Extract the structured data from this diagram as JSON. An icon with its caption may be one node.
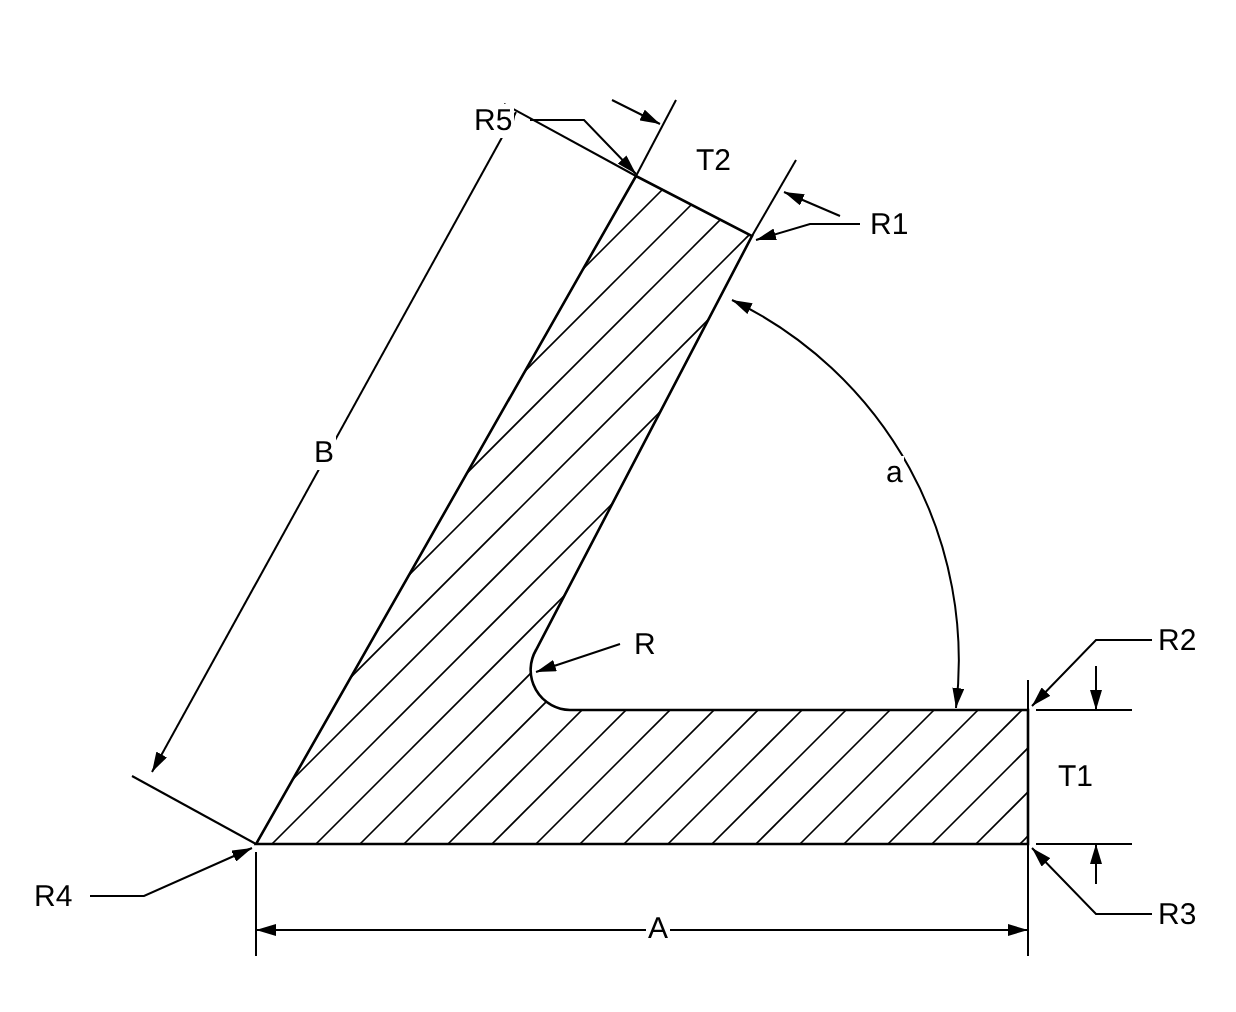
{
  "diagram": {
    "nodes": [
      {
        "text": [
          "R5"
        ]
      },
      {
        "text": [
          "R1"
        ]
      },
      {
        "text": [
          "R"
        ]
      },
      {
        "text": [
          "R2"
        ]
      },
      {
        "text": [
          "R4"
        ]
      },
      {
        "text": [
          "R3"
        ]
      }
    ],
    "edges": [
      {
        "from": 0,
        "to": null,
        "arrow": "to"
      },
      {
        "from": 1,
        "to": null,
        "arrow": "to"
      },
      {
        "from": 2,
        "to": null,
        "arrow": "to"
      },
      {
        "from": 3,
        "to": null,
        "arrow": "to"
      },
      {
        "from": 4,
        "to": null,
        "arrow": "to"
      },
      {
        "from": 5,
        "to": null,
        "arrow": "to"
      }
    ],
    "labels": [
      "T2",
      "B",
      "a",
      "T1",
      "A"
    ]
  }
}
